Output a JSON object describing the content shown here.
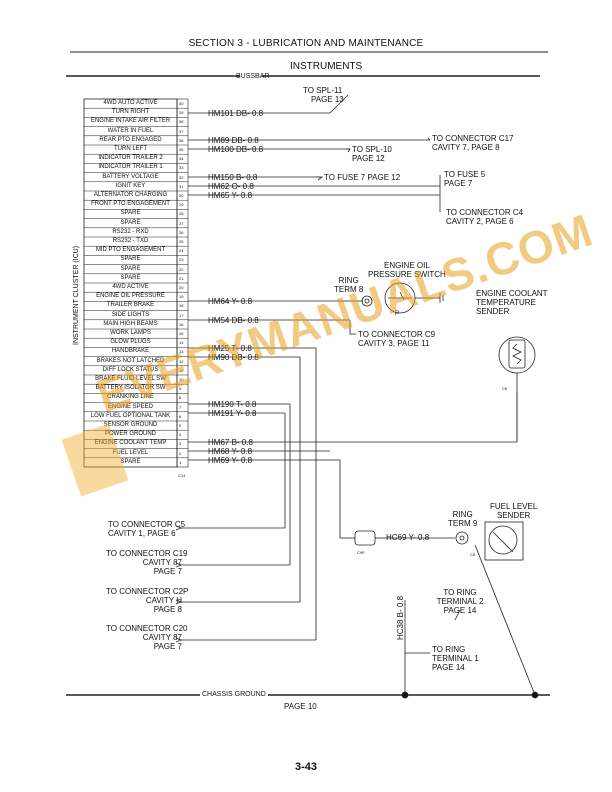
{
  "header": "SECTION 3 - LUBRICATION AND MAINTENANCE",
  "page_number": "3-43",
  "title": "INSTRUMENTS",
  "bussbar_label": "BUSSBAR",
  "chassis_ground_label": "CHASSIS GROUND",
  "chassis_ground_page": "PAGE 10",
  "cluster_label": "INSTRUMENT CLUSTER (ICU)",
  "pins": [
    {
      "label": "4WD AUTO ACTIVE",
      "num": "40"
    },
    {
      "label": "TURN RIGHT",
      "num": "39"
    },
    {
      "label": "ENGINE INTAKE AIR FILTER",
      "num": "38"
    },
    {
      "label": "WATER IN FUEL",
      "num": "37"
    },
    {
      "label": "REAR PTO ENGAGED",
      "num": "36"
    },
    {
      "label": "TURN LEFT",
      "num": "35"
    },
    {
      "label": "INDICATOR TRAILER 2",
      "num": "34"
    },
    {
      "label": "INDICATOR TRAILER 1",
      "num": "33"
    },
    {
      "label": "BATTERY VOLTAGE",
      "num": "32"
    },
    {
      "label": "IGNIT KEY",
      "num": "31"
    },
    {
      "label": "ALTERNATOR CHARGING",
      "num": "30"
    },
    {
      "label": "FRONT PTO ENGAGEMENT",
      "num": "29"
    },
    {
      "label": "SPARE",
      "num": "28"
    },
    {
      "label": "SPARE",
      "num": "27"
    },
    {
      "label": "RS232 - RXD",
      "num": "26"
    },
    {
      "label": "RS232 - TXD",
      "num": "25"
    },
    {
      "label": "MID PTO ENGAGEMENT",
      "num": "24"
    },
    {
      "label": "SPARE",
      "num": "23"
    },
    {
      "label": "SPARE",
      "num": "22"
    },
    {
      "label": "SPARE",
      "num": "21"
    },
    {
      "label": "4WD ACTIVE",
      "num": "20"
    },
    {
      "label": "ENGINE OIL PRESSURE",
      "num": "19"
    },
    {
      "label": "TRAILER BRAKE",
      "num": "18"
    },
    {
      "label": "SIDE LIGHTS",
      "num": "17"
    },
    {
      "label": "MAIN HIGH BEAMS",
      "num": "16"
    },
    {
      "label": "WORK LAMPS",
      "num": "15"
    },
    {
      "label": "GLOW PLUGS",
      "num": "14"
    },
    {
      "label": "HANDBRAKE",
      "num": "13"
    },
    {
      "label": "BRAKES NOT LATCHED",
      "num": "12"
    },
    {
      "label": "DIFF LOCK STATUS",
      "num": "11"
    },
    {
      "label": "BRAKE FLUID LEVEL SW",
      "num": "10"
    },
    {
      "label": "BATTERY ISOLATOR SW",
      "num": "9"
    },
    {
      "label": "CRANKING LINE",
      "num": "8"
    },
    {
      "label": "ENGINE SPEED",
      "num": "7"
    },
    {
      "label": "LOW FUEL OPTIONAL TANK",
      "num": "6"
    },
    {
      "label": "SENSOR GROUND",
      "num": "5"
    },
    {
      "label": "POWER GROUND",
      "num": "4"
    },
    {
      "label": "ENGINE COOLANT TEMP",
      "num": "3"
    },
    {
      "label": "FUEL LEVEL",
      "num": "2"
    },
    {
      "label": "SPARE",
      "num": "1"
    }
  ],
  "connector_id": "C14",
  "wires": {
    "hm101": "HM101  DB- 0.8",
    "hm89": "HM89  DB- 0.8",
    "hm100": "HM100  DB- 0.8",
    "hm150": "HM150  B- 0.8",
    "hm62": "HM62  O- 0.8",
    "hm65": "HM65  Y- 0.8",
    "hm64": "HM64  Y- 0.8",
    "hm54": "HM54  DB- 0.8",
    "hm25": "HM25  T- 0.8",
    "hm90": "HM90  DB- 0.8",
    "hm190": "HM190  T- 0.8",
    "hm191": "HM191  Y- 0.8",
    "hm67": "HM67  B- 0.8",
    "hm68": "HM68  Y- 0.8",
    "hm69": "HM69  Y- 0.8",
    "hc69": "HC69  Y- 0.8",
    "hc38": "HC38  B- 0.8"
  },
  "refs": {
    "spl11": [
      "TO SPL-11",
      "PAGE 13"
    ],
    "spl10": [
      "TO SPL-10",
      "PAGE 12"
    ],
    "c17": [
      "TO CONNECTOR C17",
      "CAVITY 7, PAGE 8"
    ],
    "fuse7": [
      "TO FUSE 7 PAGE 12"
    ],
    "fuse5": [
      "TO FUSE 5",
      "PAGE 7"
    ],
    "c4": [
      "TO CONNECTOR C4",
      "CAVITY 2, PAGE 6"
    ],
    "c9": [
      "TO CONNECTOR C9",
      "CAVITY 3, PAGE 11"
    ],
    "c5": [
      "TO CONNECTOR C5",
      "CAVITY 1, PAGE 6"
    ],
    "c19": [
      "TO CONNECTOR C19",
      "CAVITY 87",
      "PAGE 7"
    ],
    "c2p": [
      "TO CONNECTOR C2P",
      "CAVITY H",
      "PAGE 8"
    ],
    "c20": [
      "TO CONNECTOR C20",
      "CAVITY 87",
      "PAGE 7"
    ],
    "ring2": [
      "TO RING",
      "TERMINAL 2",
      "PAGE 14"
    ],
    "ring1": [
      "TO RING",
      "TERMINAL 1",
      "PAGE 14"
    ]
  },
  "components": {
    "ring8": [
      "RING",
      "TERM 8"
    ],
    "oil_switch": [
      "ENGINE OIL",
      "PRESSURE SWITCH"
    ],
    "coolant": [
      "ENGINE COOLANT",
      "TEMPERATURE",
      "SENDER"
    ],
    "ring9": [
      "RING",
      "TERM 9"
    ],
    "fuel_sender": [
      "FUEL LEVEL",
      "SENDER"
    ],
    "c8": "C8",
    "c6": "C6",
    "c9p": "C9P",
    "c8b": "C8",
    "switch_p": "P"
  },
  "watermark": "EVERYMANUALS.COM"
}
